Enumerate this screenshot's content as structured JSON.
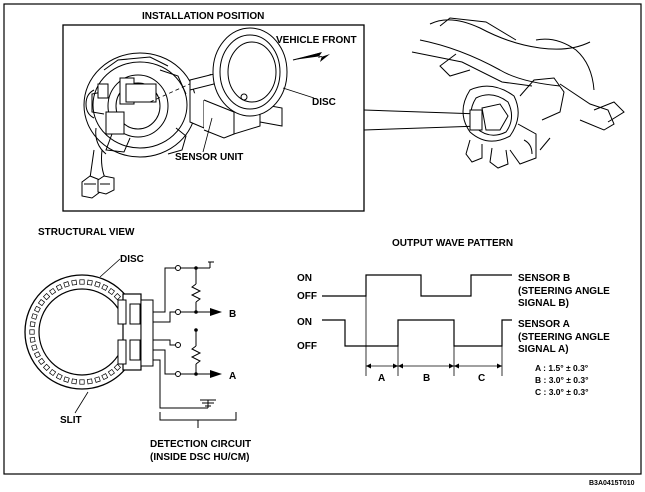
{
  "installation": {
    "title": "INSTALLATION POSITION",
    "vehicle_front": "VEHICLE FRONT",
    "disc": "DISC",
    "sensor_unit": "SENSOR UNIT"
  },
  "structural": {
    "title": "STRUCTURAL VIEW",
    "disc": "DISC",
    "slit": "SLIT",
    "output_b": "B",
    "output_a": "A",
    "detection_line1": "DETECTION CIRCUIT",
    "detection_line2": "(INSIDE DSC HU/CM)"
  },
  "wave": {
    "title": "OUTPUT WAVE PATTERN",
    "on_b": "ON",
    "off_b": "OFF",
    "on_a": "ON",
    "off_a": "OFF",
    "sensor_b_line1": "SENSOR B",
    "sensor_b_line2": "(STEERING ANGLE",
    "sensor_b_line3": "SIGNAL B)",
    "sensor_a_line1": "SENSOR A",
    "sensor_a_line2": "(STEERING ANGLE",
    "sensor_a_line3": "SIGNAL A)",
    "interval_a": "A",
    "interval_b": "B",
    "interval_c": "C",
    "legend_a": "A : 1.5° ± 0.3°",
    "legend_b": "B : 3.0° ± 0.3°",
    "legend_c": "C : 3.0° ± 0.3°"
  },
  "figure_code": "B3A0415T010"
}
